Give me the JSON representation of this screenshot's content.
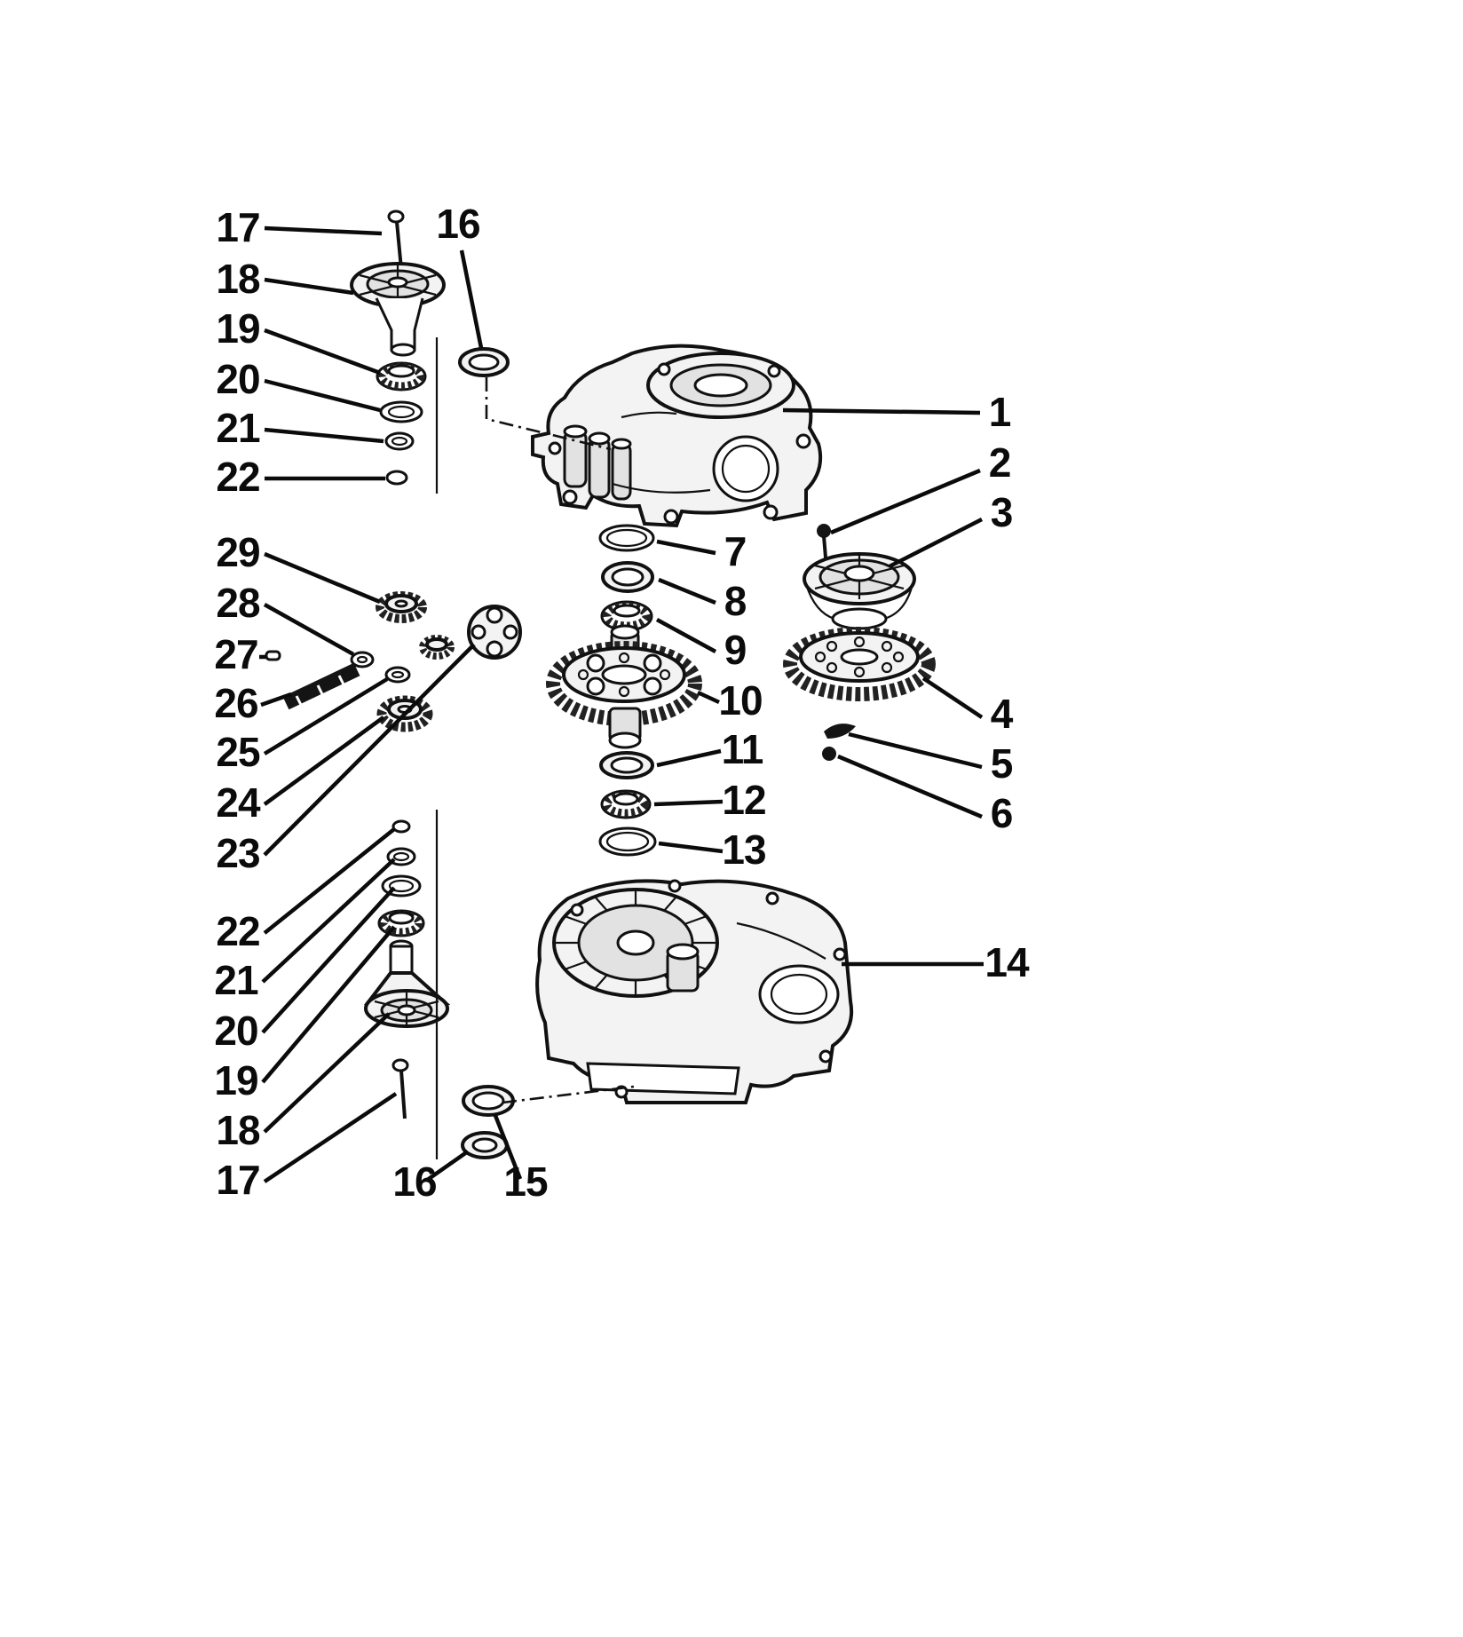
{
  "figure": {
    "kind": "exploded-parts-diagram",
    "subject": "transaxle-differential-exploded-view",
    "colors": {
      "background": "#ffffff",
      "ink": "#0b0b0b",
      "shading": "#e2e2e2"
    }
  },
  "callouts": [
    {
      "id": "top-17",
      "label": "17"
    },
    {
      "id": "top-18",
      "label": "18"
    },
    {
      "id": "top-19",
      "label": "19"
    },
    {
      "id": "top-20",
      "label": "20"
    },
    {
      "id": "top-21",
      "label": "21"
    },
    {
      "id": "top-22",
      "label": "22"
    },
    {
      "id": "top-16",
      "label": "16"
    },
    {
      "id": "mid-29",
      "label": "29"
    },
    {
      "id": "mid-28",
      "label": "28"
    },
    {
      "id": "mid-27",
      "label": "27"
    },
    {
      "id": "mid-26",
      "label": "26"
    },
    {
      "id": "mid-25",
      "label": "25"
    },
    {
      "id": "mid-24",
      "label": "24"
    },
    {
      "id": "mid-23",
      "label": "23"
    },
    {
      "id": "bottom-22",
      "label": "22"
    },
    {
      "id": "bottom-21",
      "label": "21"
    },
    {
      "id": "bottom-20",
      "label": "20"
    },
    {
      "id": "bottom-19",
      "label": "19"
    },
    {
      "id": "bottom-18",
      "label": "18"
    },
    {
      "id": "bottom-17",
      "label": "17"
    },
    {
      "id": "bottom-16",
      "label": "16"
    },
    {
      "id": "bottom-15",
      "label": "15"
    },
    {
      "id": "right-1",
      "label": "1"
    },
    {
      "id": "right-2",
      "label": "2"
    },
    {
      "id": "right-3",
      "label": "3"
    },
    {
      "id": "right-4",
      "label": "4"
    },
    {
      "id": "right-5",
      "label": "5"
    },
    {
      "id": "right-6",
      "label": "6"
    },
    {
      "id": "right-14",
      "label": "14"
    },
    {
      "id": "center-7",
      "label": "7"
    },
    {
      "id": "center-8",
      "label": "8"
    },
    {
      "id": "center-9",
      "label": "9"
    },
    {
      "id": "center-10",
      "label": "10"
    },
    {
      "id": "center-11",
      "label": "11"
    },
    {
      "id": "center-12",
      "label": "12"
    },
    {
      "id": "center-13",
      "label": "13"
    }
  ]
}
